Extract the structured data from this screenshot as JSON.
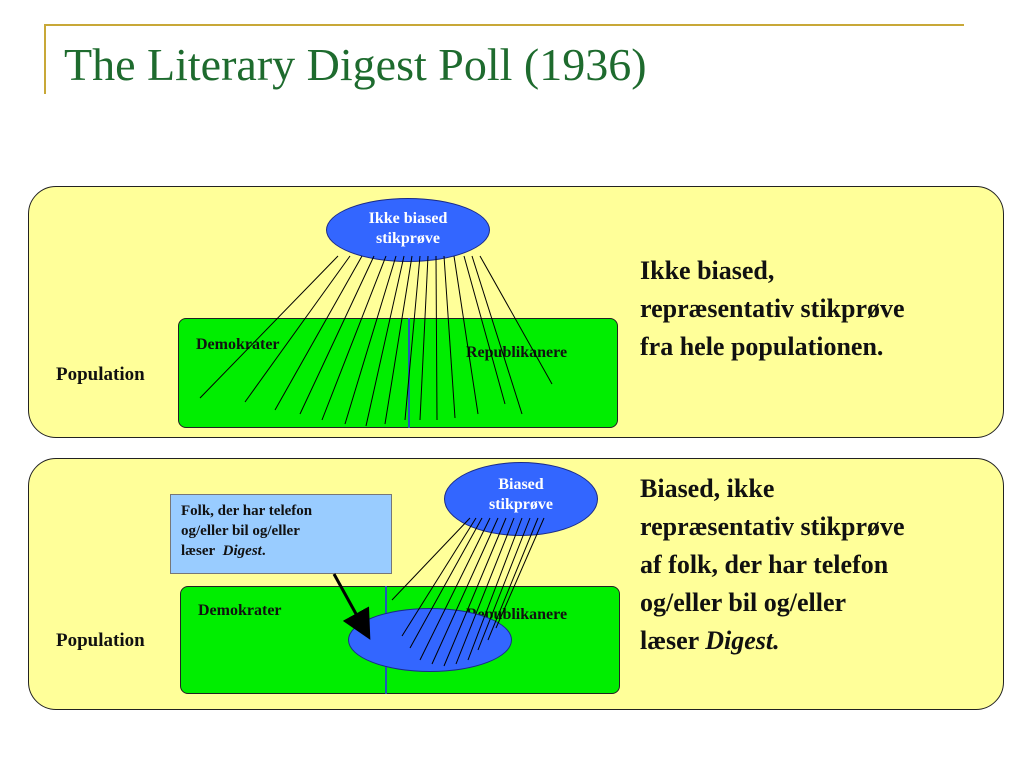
{
  "title": "The Literary Digest Poll (1936)",
  "panel1": {
    "oval": [
      "Ikke biased",
      "stikprøve"
    ],
    "group_left": "Demokrater",
    "group_right": "Republikanere",
    "population_label": "Population",
    "description": [
      "Ikke biased,",
      "repræsentativ stikprøve",
      "fra hele populationen."
    ]
  },
  "panel2": {
    "oval": [
      "Biased",
      "stikprøve"
    ],
    "group_left": "Demokrater",
    "group_right": "Republikanere",
    "population_label": "Population",
    "note": {
      "line1": "Folk, der har telefon",
      "line2": "og/eller bil og/eller",
      "line3_prefix": "læser",
      "line3_italic": "Digest",
      "line3_suffix": "."
    },
    "description": [
      "Biased, ikke",
      "repræsentativ stikprøve",
      "af folk, der har telefon",
      "og/eller bil og/eller"
    ],
    "description_last_prefix": "læser",
    "description_last_italic": "Digest."
  },
  "colors": {
    "title": "#1e6b2e",
    "panel_bg": "#ffff99",
    "population_fill": "#00ee00",
    "sample_oval": "#3366ff",
    "note_box": "#99ccff",
    "accent_rule": "#c8a838"
  }
}
